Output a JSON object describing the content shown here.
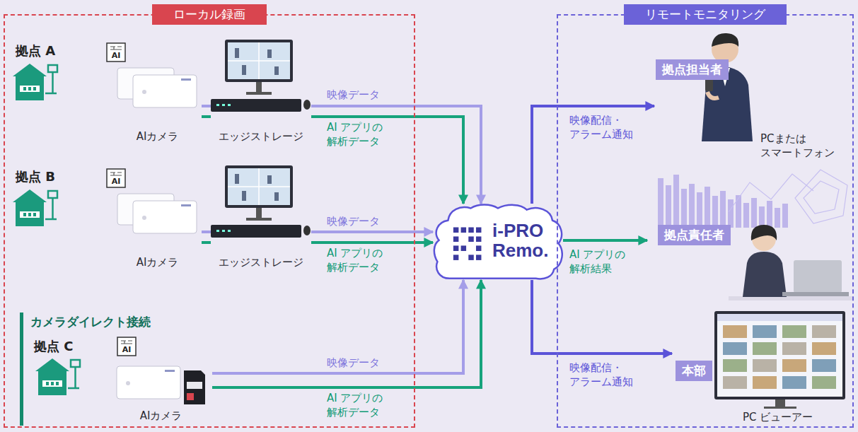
{
  "diagram": {
    "nodes": [
      {
        "text": [
          "ローカル録画"
        ]
      },
      {
        "text": [
          "AIカメラ"
        ],
        "in": 0
      },
      {
        "text": [
          "エッジストレージ"
        ],
        "in": 0
      },
      {
        "text": [
          "AIカメラ"
        ],
        "in": 0
      },
      {
        "text": [
          "エッジストレージ"
        ],
        "in": 0
      },
      {
        "text": [
          "カメラダイレクト接続"
        ],
        "in": 0
      },
      {
        "text": [
          "AIカメラ"
        ],
        "in": 5
      },
      {
        "text": [
          "i-PRO Remo."
        ]
      },
      {
        "text": [
          "リモートモニタリング"
        ]
      },
      {
        "text": [
          "拠点担当者",
          "PCまたは スマートフォン"
        ],
        "in": 8
      },
      {
        "text": [
          "拠点責任者"
        ],
        "in": 8
      },
      {
        "text": [
          "本部",
          "PC ビューアー"
        ],
        "in": 8
      }
    ],
    "edges": [
      {
        "from": 1,
        "to": 2,
        "arrow": "none"
      },
      {
        "from": 1,
        "to": 2,
        "arrow": "none"
      },
      {
        "from": 2,
        "to": 7,
        "label": "映像データ",
        "arrow": "to"
      },
      {
        "from": 2,
        "to": 7,
        "label": "AI アプリの 解析データ",
        "arrow": "to"
      },
      {
        "from": 3,
        "to": 4,
        "arrow": "none"
      },
      {
        "from": 3,
        "to": 4,
        "arrow": "none"
      },
      {
        "from": 4,
        "to": 7,
        "label": "映像データ",
        "arrow": "to"
      },
      {
        "from": 4,
        "to": 7,
        "label": "AI アプリの 解析データ",
        "arrow": "to"
      },
      {
        "from": 6,
        "to": 7,
        "label": "映像データ",
        "arrow": "to"
      },
      {
        "from": 6,
        "to": 7,
        "label": "AI アプリの 解析データ",
        "arrow": "to"
      },
      {
        "from": 7,
        "to": 9,
        "label": "映像配信・ アラーム通知",
        "arrow": "to"
      },
      {
        "from": 7,
        "to": 10,
        "label": "AI アプリの 解析結果",
        "arrow": "to"
      },
      {
        "from": 7,
        "to": 11,
        "label": "映像配信・ アラーム通知",
        "arrow": "to"
      }
    ],
    "labels": [
      "拠点 A",
      "AI",
      "拠点 B",
      "AI",
      "拠点 C",
      "AI"
    ]
  }
}
